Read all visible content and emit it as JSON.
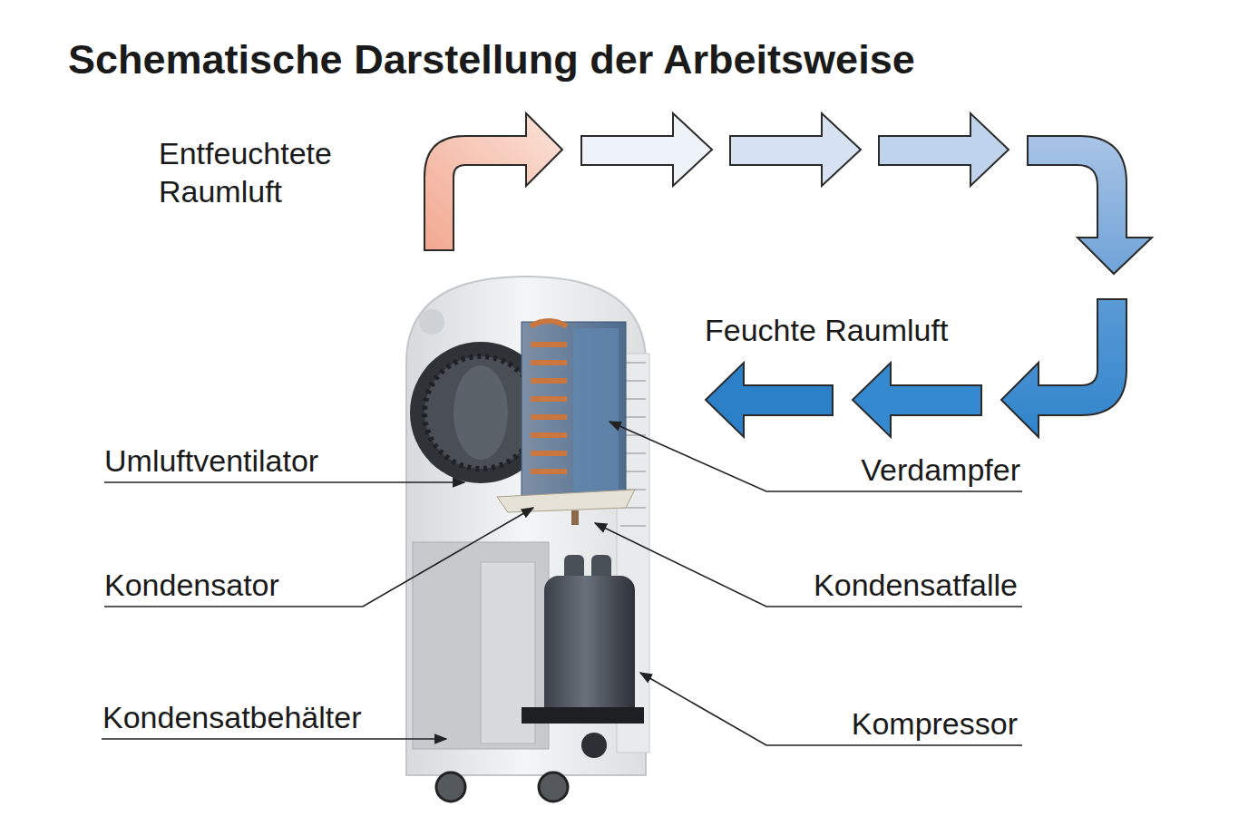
{
  "diagram": {
    "title": "Schematische Darstellung der Arbeitsweise",
    "labels": [
      "Entfeuchtete Raumluft",
      "Feuchte Raumluft",
      "Umluftventilator",
      "Verdampfer",
      "Kondensator",
      "Kondensatfalle",
      "Kondensatbehälter",
      "Kompressor"
    ]
  }
}
